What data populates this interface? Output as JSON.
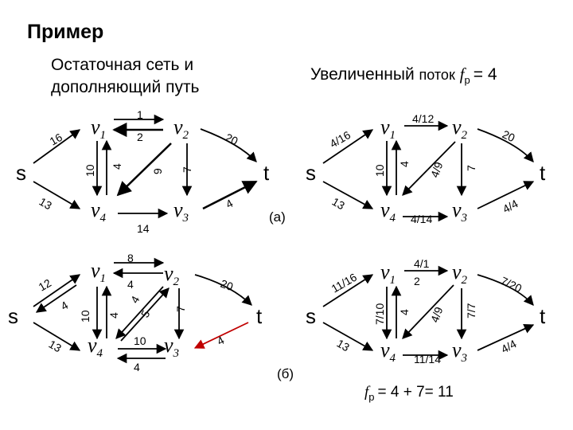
{
  "title": "Пример",
  "caption_residual_line1": "Остаточная сеть и",
  "caption_residual_line2": "дополняющий путь",
  "caption_augmented_prefix": "Увеличенный",
  "caption_augmented_mid": "поток",
  "caption_augmented_f": "f",
  "caption_augmented_sub": "p",
  "caption_augmented_value": "= 4",
  "part_a": "(а)",
  "part_b": "(б)",
  "flow_result_f": "f",
  "flow_result_sub": "p",
  "flow_result_value": "= 4 + 7= 11",
  "nodes": {
    "s": "s",
    "t": "t",
    "v": "v",
    "sub1": "1",
    "sub2": "2",
    "sub3": "3",
    "sub4": "4"
  },
  "diagram_a_left": {
    "s_v1": "16",
    "s_v4": "13",
    "v1_v2_top": "1",
    "v1_v2_bottom": "2",
    "v1_v4_left": "10",
    "v1_v4_right": "4",
    "v2_v4": "9",
    "v2_v3": "7",
    "v2_t": "20",
    "v3_t": "4",
    "v4_v3": "14"
  },
  "diagram_a_right": {
    "s_v1": "4/16",
    "s_v4": "13",
    "v1_v2": "4/12",
    "v1_v4_left": "10",
    "v1_v4_right": "4",
    "v2_v4": "4/9",
    "v2_v3": "7",
    "v2_t": "20",
    "v3_t": "4/4",
    "v4_v3": "4/14"
  },
  "diagram_b_left": {
    "s_v1": "12",
    "s_v1_back": "4",
    "s_v4": "13",
    "v1_v2_top": "8",
    "v1_v2_bottom": "4",
    "v1_v4_left": "10",
    "v1_v4_right": "4",
    "v2_v4_a": "4",
    "v2_v4_b": "5",
    "v2_v3": "7",
    "v2_t": "20",
    "v3_t": "4",
    "v4_v3_top": "10",
    "v4_v3_bottom": "4"
  },
  "diagram_b_right": {
    "s_v1": "11/16",
    "s_v4": "13",
    "v1_v2_top": "4/1",
    "v1_v2_bottom": "2",
    "v1_v4_left": "7/10",
    "v1_v4_right": "4",
    "v2_v4": "4/9",
    "v2_v3": "7/7",
    "v2_t": "7/20",
    "v3_t": "4/4",
    "v4_v3": "11/14"
  }
}
